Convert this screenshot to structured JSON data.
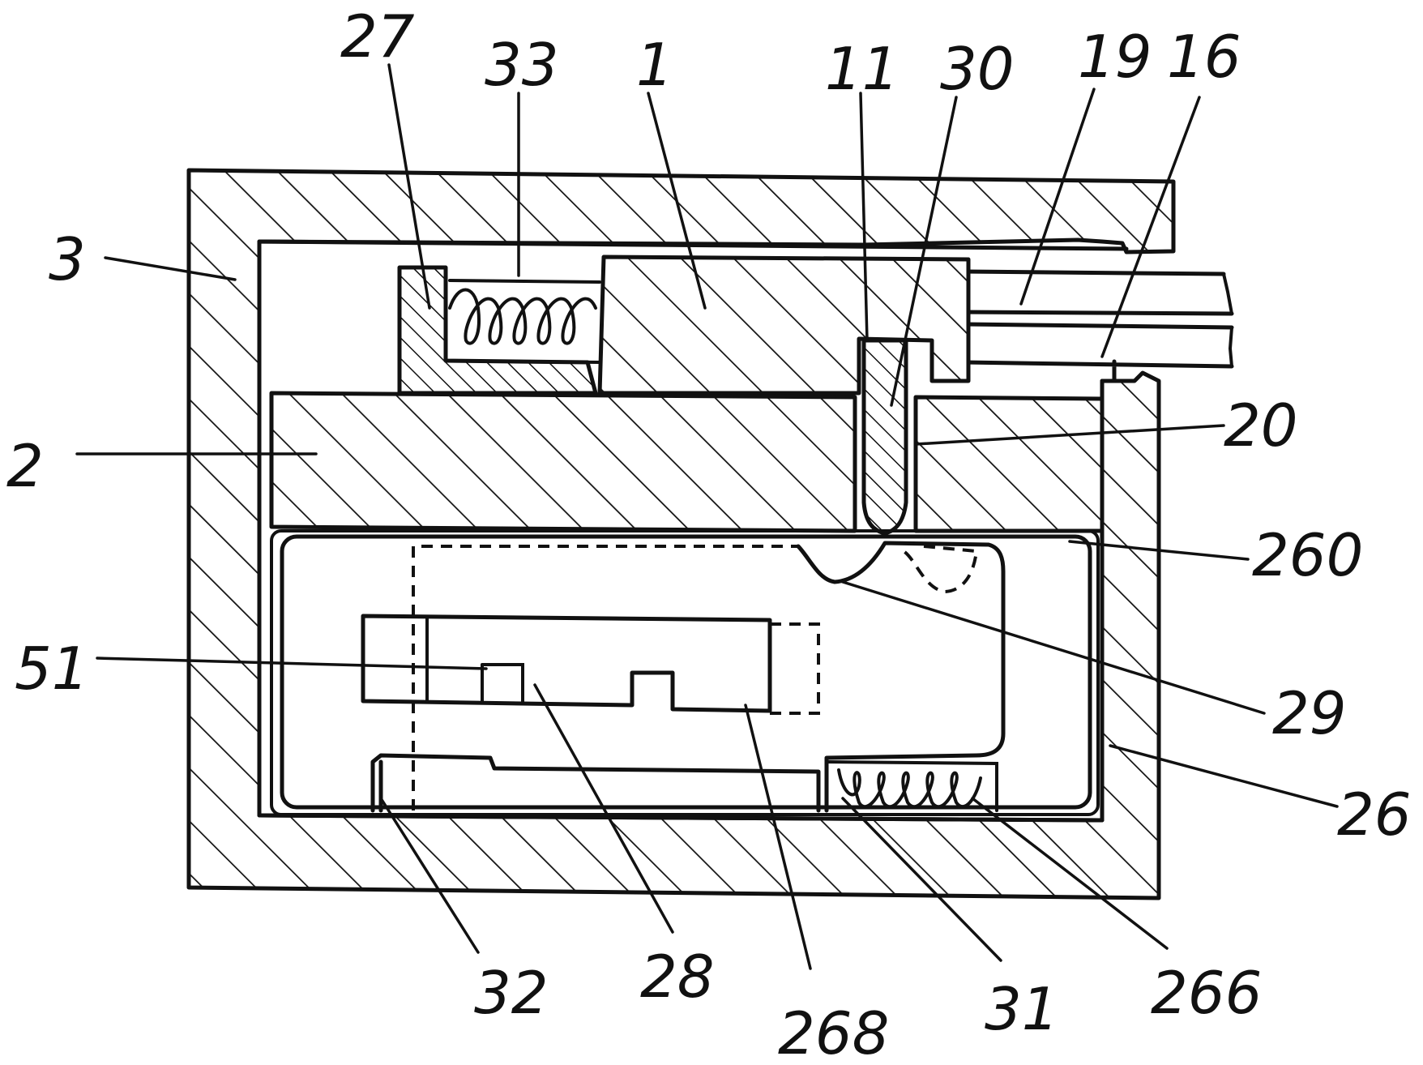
{
  "labels": [
    {
      "id": "label-27",
      "text": "27"
    },
    {
      "id": "label-33",
      "text": "33"
    },
    {
      "id": "label-1",
      "text": "1"
    },
    {
      "id": "label-11",
      "text": "11"
    },
    {
      "id": "label-30",
      "text": "30"
    },
    {
      "id": "label-19",
      "text": "19"
    },
    {
      "id": "label-16",
      "text": "16"
    },
    {
      "id": "label-3",
      "text": "3"
    },
    {
      "id": "label-2",
      "text": "2"
    },
    {
      "id": "label-20",
      "text": "20"
    },
    {
      "id": "label-260",
      "text": "260"
    },
    {
      "id": "label-51",
      "text": "51"
    },
    {
      "id": "label-29",
      "text": "29"
    },
    {
      "id": "label-26",
      "text": "26"
    },
    {
      "id": "label-32",
      "text": "32"
    },
    {
      "id": "label-28",
      "text": "28"
    },
    {
      "id": "label-268",
      "text": "268"
    },
    {
      "id": "label-31",
      "text": "31"
    },
    {
      "id": "label-266",
      "text": "266"
    }
  ],
  "colors": {
    "ink": "#111111",
    "paper": "#ffffff"
  }
}
